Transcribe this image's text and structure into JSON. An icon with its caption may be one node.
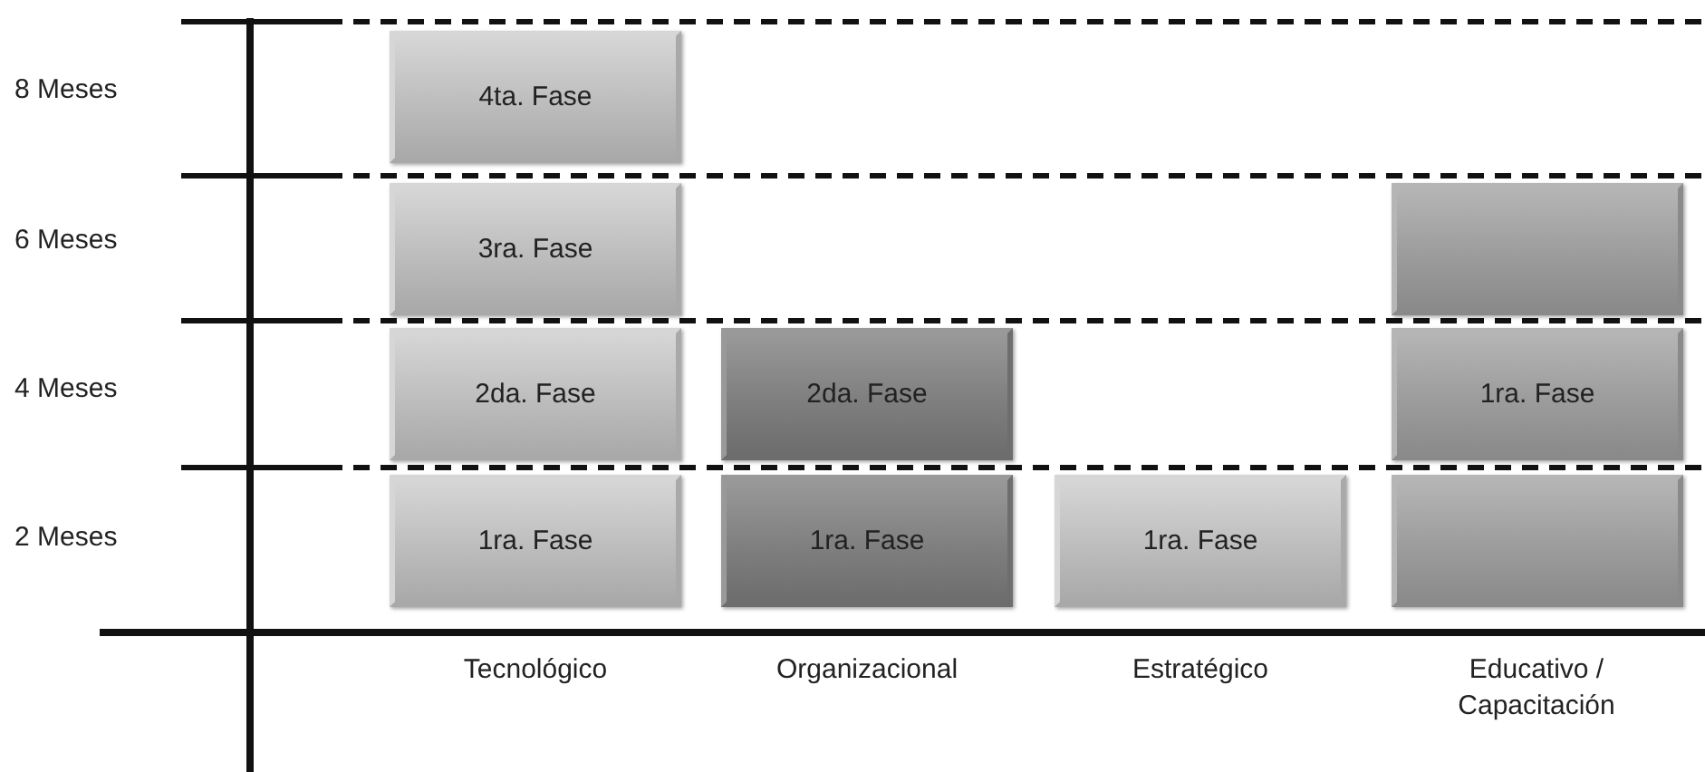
{
  "diagram": {
    "nodes": [
      {
        "text": [
          "4ta. Fase"
        ]
      },
      {
        "text": [
          "3ra. Fase"
        ]
      },
      {
        "text": [],
        "shape": "box"
      },
      {
        "text": [
          "2da. Fase"
        ]
      },
      {
        "text": [
          "2da. Fase"
        ]
      },
      {
        "text": [
          "1ra. Fase"
        ]
      },
      {
        "text": [
          "1ra. Fase"
        ]
      },
      {
        "text": [
          "1ra. Fase"
        ]
      },
      {
        "text": [
          "1ra. Fase"
        ]
      },
      {
        "text": [],
        "shape": "box"
      }
    ],
    "labels": [
      "8 Meses",
      "6 Meses",
      "4 Meses",
      "2 Meses",
      "Tecnológico",
      "Organizacional",
      "Estratégico",
      "Educativo / Capacitación"
    ]
  }
}
